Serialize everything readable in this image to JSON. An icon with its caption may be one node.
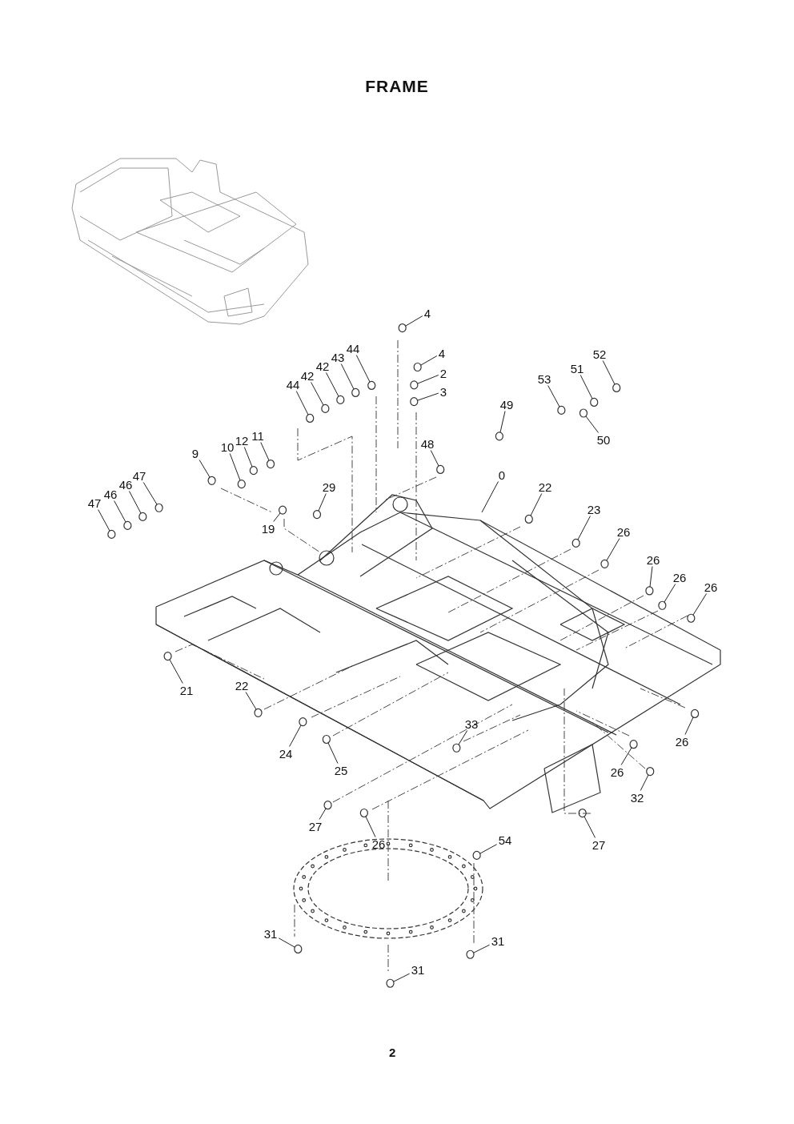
{
  "diagram": {
    "title": "FRAME",
    "nodes": [
      {
        "text": [
          "4"
        ]
      },
      {
        "text": [
          "4"
        ]
      },
      {
        "text": [
          "44"
        ]
      },
      {
        "text": [
          "2"
        ]
      },
      {
        "text": [
          "43"
        ]
      },
      {
        "text": [
          "52"
        ]
      },
      {
        "text": [
          "42"
        ]
      },
      {
        "text": [
          "51"
        ]
      },
      {
        "text": [
          "42"
        ]
      },
      {
        "text": [
          "53"
        ]
      },
      {
        "text": [
          "44"
        ]
      },
      {
        "text": [
          "3"
        ]
      },
      {
        "text": [
          "49"
        ]
      },
      {
        "text": [
          "11"
        ]
      },
      {
        "text": [
          "12"
        ]
      },
      {
        "text": [
          "50"
        ]
      },
      {
        "text": [
          "48"
        ]
      },
      {
        "text": [
          "10"
        ]
      },
      {
        "text": [
          "9"
        ]
      },
      {
        "text": [
          "0"
        ]
      },
      {
        "text": [
          "47"
        ]
      },
      {
        "text": [
          "46"
        ]
      },
      {
        "text": [
          "22"
        ]
      },
      {
        "text": [
          "46"
        ]
      },
      {
        "text": [
          "29"
        ]
      },
      {
        "text": [
          "19"
        ]
      },
      {
        "text": [
          "47"
        ]
      },
      {
        "text": [
          "23"
        ]
      },
      {
        "text": [
          "26"
        ]
      },
      {
        "text": [
          "26"
        ]
      },
      {
        "text": [
          "26"
        ]
      },
      {
        "text": [
          "26"
        ]
      },
      {
        "text": [
          "21"
        ]
      },
      {
        "text": [
          "22"
        ]
      },
      {
        "text": [
          "33"
        ]
      },
      {
        "text": [
          "26"
        ]
      },
      {
        "text": [
          "24"
        ]
      },
      {
        "text": [
          "25"
        ]
      },
      {
        "text": [
          "26"
        ]
      },
      {
        "text": [
          "32"
        ]
      },
      {
        "text": [
          "27"
        ]
      },
      {
        "text": [
          "54"
        ]
      },
      {
        "text": [
          "26"
        ]
      },
      {
        "text": [
          "27"
        ]
      },
      {
        "text": [
          "31"
        ]
      },
      {
        "text": [
          "31"
        ]
      },
      {
        "text": [
          "31"
        ]
      }
    ],
    "edges": [
      {
        "from": 0,
        "to": null,
        "arrow": "none"
      },
      {
        "from": 1,
        "to": null,
        "arrow": "none"
      },
      {
        "from": 2,
        "to": null,
        "arrow": "none"
      },
      {
        "from": 3,
        "to": null,
        "arrow": "none"
      },
      {
        "from": 4,
        "to": null,
        "arrow": "none"
      },
      {
        "from": 5,
        "to": null,
        "arrow": "none"
      },
      {
        "from": 6,
        "to": null,
        "arrow": "none"
      },
      {
        "from": 7,
        "to": null,
        "arrow": "none"
      },
      {
        "from": 8,
        "to": null,
        "arrow": "none"
      },
      {
        "from": 9,
        "to": null,
        "arrow": "none"
      },
      {
        "from": 10,
        "to": null,
        "arrow": "none"
      },
      {
        "from": 11,
        "to": null,
        "arrow": "none"
      },
      {
        "from": 12,
        "to": null,
        "arrow": "none"
      },
      {
        "from": 13,
        "to": null,
        "arrow": "none"
      },
      {
        "from": 14,
        "to": null,
        "arrow": "none"
      },
      {
        "from": 15,
        "to": null,
        "arrow": "none"
      },
      {
        "from": 16,
        "to": null,
        "arrow": "none"
      },
      {
        "from": 17,
        "to": null,
        "arrow": "none"
      },
      {
        "from": 18,
        "to": null,
        "arrow": "none"
      },
      {
        "from": 19,
        "to": null,
        "arrow": "none"
      },
      {
        "from": 20,
        "to": null,
        "arrow": "none"
      },
      {
        "from": 21,
        "to": null,
        "arrow": "none"
      },
      {
        "from": 22,
        "to": null,
        "arrow": "none"
      },
      {
        "from": 23,
        "to": null,
        "arrow": "none"
      },
      {
        "from": 24,
        "to": null,
        "arrow": "none"
      },
      {
        "from": 25,
        "to": null,
        "arrow": "none"
      },
      {
        "from": 26,
        "to": null,
        "arrow": "none"
      },
      {
        "from": 27,
        "to": null,
        "arrow": "none"
      },
      {
        "from": 28,
        "to": null,
        "arrow": "none"
      },
      {
        "from": 29,
        "to": null,
        "arrow": "none"
      },
      {
        "from": 30,
        "to": null,
        "arrow": "none"
      },
      {
        "from": 31,
        "to": null,
        "arrow": "none"
      },
      {
        "from": 32,
        "to": null,
        "arrow": "none"
      },
      {
        "from": 33,
        "to": null,
        "arrow": "none"
      },
      {
        "from": 34,
        "to": null,
        "arrow": "none"
      },
      {
        "from": 35,
        "to": null,
        "arrow": "none"
      },
      {
        "from": 36,
        "to": null,
        "arrow": "none"
      },
      {
        "from": 37,
        "to": null,
        "arrow": "none"
      },
      {
        "from": 38,
        "to": null,
        "arrow": "none"
      },
      {
        "from": 39,
        "to": null,
        "arrow": "none"
      },
      {
        "from": 40,
        "to": null,
        "arrow": "none"
      },
      {
        "from": 41,
        "to": null,
        "arrow": "none"
      },
      {
        "from": 42,
        "to": null,
        "arrow": "none"
      },
      {
        "from": 43,
        "to": null,
        "arrow": "none"
      },
      {
        "from": 44,
        "to": null,
        "arrow": "none"
      },
      {
        "from": 45,
        "to": null,
        "arrow": "none"
      },
      {
        "from": 46,
        "to": null,
        "arrow": "none"
      }
    ],
    "labels": [
      "2"
    ]
  }
}
